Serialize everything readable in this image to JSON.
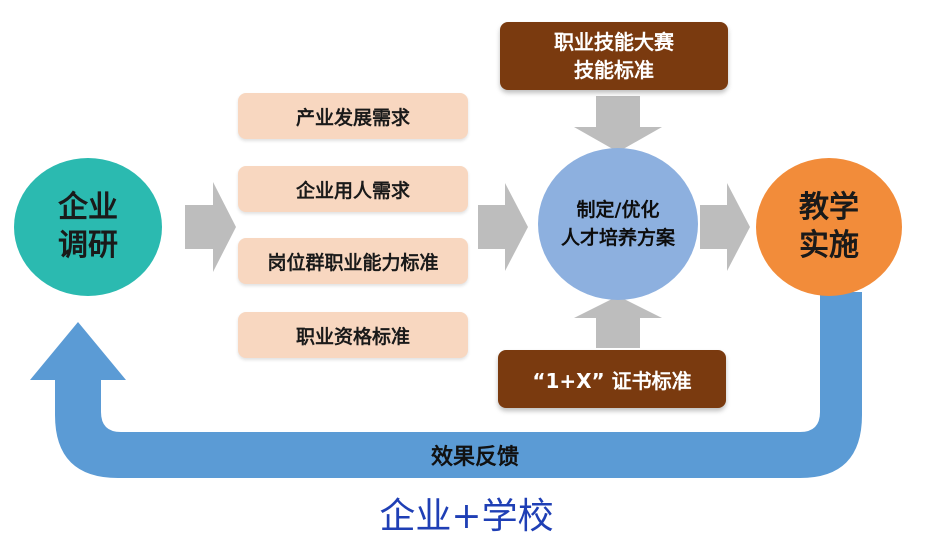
{
  "nodes": {
    "enterprise_research": {
      "line1": "企业",
      "line2": "调研"
    },
    "teaching_impl": {
      "line1": "教学",
      "line2": "实施"
    },
    "plan": {
      "line1": "制定/优化",
      "line2": "人才培养方案"
    }
  },
  "requirements": [
    {
      "label": "产业发展需求"
    },
    {
      "label": "企业用人需求"
    },
    {
      "label": "岗位群职业能力标准"
    },
    {
      "label": "职业资格标准"
    }
  ],
  "competition": {
    "line1": "职业技能大赛",
    "line2": "技能标准"
  },
  "certificate": {
    "label": "“1+X” 证书标准"
  },
  "feedback_label": "效果反馈",
  "footer": "企业+学校",
  "colors": {
    "teal": "#2bbab0",
    "orange": "#f28c3a",
    "light_blue": "#8db0df",
    "peach": "#f8d7c0",
    "brown": "#7a3a0f",
    "arrow_gray": "#bdbdbd",
    "feedback_blue": "#5b9bd5",
    "footer_blue": "#1f3fb5"
  }
}
